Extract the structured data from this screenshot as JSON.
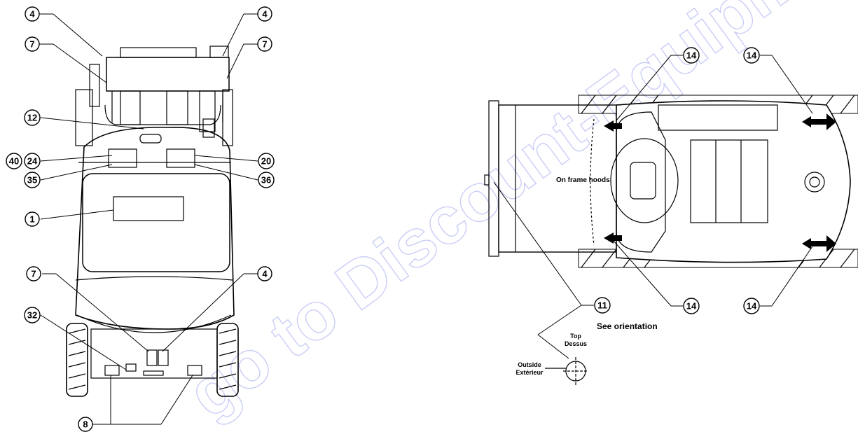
{
  "watermark": "go to Discount-Equipment.com",
  "callouts_front": [
    {
      "id": "c4a",
      "num": "4"
    },
    {
      "id": "c4b",
      "num": "4"
    },
    {
      "id": "c7a",
      "num": "7"
    },
    {
      "id": "c7b",
      "num": "7"
    },
    {
      "id": "c12",
      "num": "12"
    },
    {
      "id": "c40",
      "num": "40"
    },
    {
      "id": "c24",
      "num": "24"
    },
    {
      "id": "c20",
      "num": "20"
    },
    {
      "id": "c35",
      "num": "35"
    },
    {
      "id": "c36",
      "num": "36"
    },
    {
      "id": "c1",
      "num": "1"
    },
    {
      "id": "c7c",
      "num": "7"
    },
    {
      "id": "c4c",
      "num": "4"
    },
    {
      "id": "c32",
      "num": "32"
    },
    {
      "id": "c8",
      "num": "8"
    }
  ],
  "callouts_top": [
    {
      "id": "t14a",
      "num": "14"
    },
    {
      "id": "t14b",
      "num": "14"
    },
    {
      "id": "t14c",
      "num": "14"
    },
    {
      "id": "t14d",
      "num": "14"
    },
    {
      "id": "t11",
      "num": "11"
    }
  ],
  "labels": {
    "frame_hoods": "On frame hoods",
    "see_orientation": "See orientation",
    "top_en": "Top",
    "top_fr": "Dessus",
    "outside_en": "Outside",
    "outside_fr": "Extérieur"
  }
}
